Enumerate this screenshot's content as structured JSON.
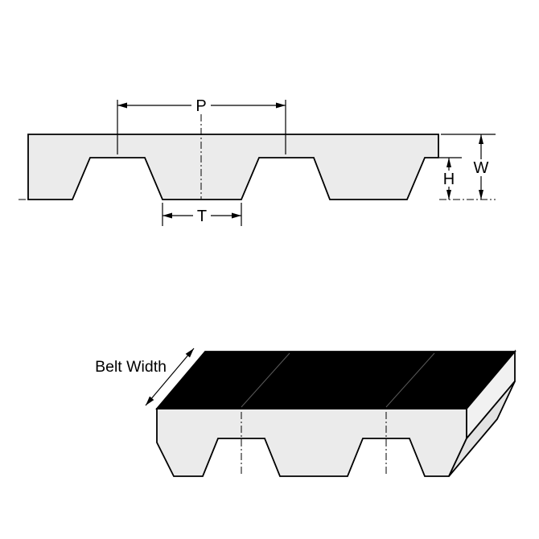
{
  "diagram": {
    "type": "timing-belt-dimension-drawing",
    "labels": {
      "pitch": "P",
      "tooth_width": "T",
      "tooth_height": "H",
      "belt_thickness": "W",
      "belt_width": "Belt Width"
    },
    "colors": {
      "background": "#ffffff",
      "outline": "#000000",
      "belt_fill": "#ebebeb",
      "top_face_fill": "#000000",
      "end_face_fill": "#f1f1f1",
      "tooth_face_fill": "#e3e3e3"
    }
  }
}
